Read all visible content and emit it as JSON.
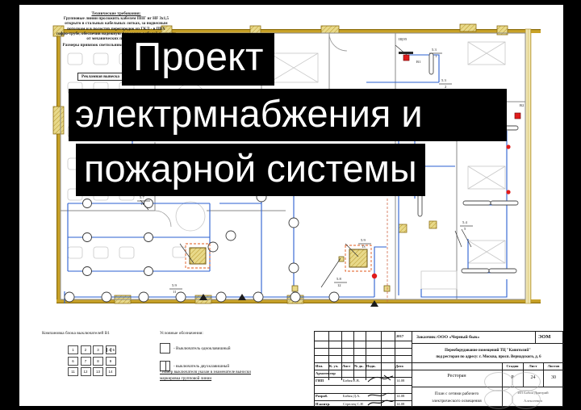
{
  "overlay_caption": {
    "line1": "Проект",
    "line2": "электрмнабжения и",
    "line3": "пожарной  системы"
  },
  "tech_note": {
    "title": "Технические требования:",
    "lines": [
      "Групповые линии проложить кабелем ППГ нг HF 3x1,5",
      "открыто в стальных кабельных лотках,  за подвесным",
      "потолком  и в полостях перегородок из ГКЛ - в ПВХ",
      "гофро-трубе, обеспечив надежную фиксацию кабелей и защиту",
      "от механических повреждений."
    ],
    "last_line": "Размеры привязок светильников смотри дизайн-проект."
  },
  "ad_sign_label": "Рекламная вывеска",
  "legend": {
    "switch_block_title": "Компановка блока выключателей В1",
    "switch_numbers": [
      [
        "1",
        "2",
        "3",
        "4",
        "5"
      ],
      [
        "6",
        "7",
        "8",
        "9"
      ],
      [
        "11",
        "12",
        "13",
        "14"
      ]
    ],
    "symbols_title": "Условные обозначения:",
    "symbol_items": [
      "- Выключатель одноклавишный",
      "- выключатель двухклавишный"
    ],
    "note_lines": [
      "- номер выключателя указан в знаменателе выноски",
      "маркировка групповой линии"
    ]
  },
  "plan_labels": [
    {
      "id": "shchO5",
      "text": "ЩО5"
    },
    {
      "id": "b1",
      "text": "В1"
    },
    {
      "id": "b2",
      "text": "В2"
    },
    {
      "id": "c53a_num",
      "text": "5.3"
    },
    {
      "id": "c53a_den",
      "text": "1"
    },
    {
      "id": "c53b_num",
      "text": "5.3"
    },
    {
      "id": "c53b_den",
      "text": "2"
    },
    {
      "id": "c51",
      "text": "5.1"
    },
    {
      "id": "c52",
      "text": "5.2"
    },
    {
      "id": "c57_num",
      "text": "5.7"
    },
    {
      "id": "c57_den",
      "text": "11"
    },
    {
      "id": "c59a_num",
      "text": "5.9"
    },
    {
      "id": "c59a_den",
      "text": "11"
    },
    {
      "id": "c59b_num",
      "text": "5.9"
    },
    {
      "id": "c59b_den",
      "text": "13"
    },
    {
      "id": "c58_num",
      "text": "5.8"
    },
    {
      "id": "c58_den",
      "text": "12"
    },
    {
      "id": "c54_num",
      "text": "5.4"
    },
    {
      "id": "c54_den",
      "text": "5"
    }
  ],
  "title_block": {
    "year": "2017",
    "mark_code": "ЭОМ",
    "client_label": "Заказчик:",
    "client_name": "ООО «Черный бык»",
    "object_line1": "Переоборудование помещений ТЦ \"Капитолий\"",
    "object_line2": "под ресторан по адресу: г. Москва, просп. Вернадского, д. 6",
    "revision_headers": [
      "Изм.",
      "К. уч.",
      "Лист",
      "№ дк.",
      "Подп.",
      "Дата"
    ],
    "roles": [
      {
        "role": "Архитектор",
        "name": "",
        "date": ""
      },
      {
        "role": "ГИП",
        "name": "Бабия Е.В.",
        "date": "14.08"
      },
      {
        "role": "Разраб.",
        "name": "Бабия Д.А.",
        "date": "14.08"
      },
      {
        "role": "Н.контр.",
        "name": "Стрелец С.Н",
        "date": "14.08"
      }
    ],
    "stage_headers": [
      "Стадия",
      "Лист",
      "Листов"
    ],
    "stage_values": [
      "Р",
      "24",
      "30"
    ],
    "building_name": "Ресторан",
    "sheet_title_line1": "План с сетями рабочего",
    "sheet_title_line2": "электрического освещения",
    "organization_line1": "ИП Бабия Дмитрий",
    "organization_line2": "Алексеевич"
  },
  "colors": {
    "wall_fill": "#c9a227",
    "wall_light": "#e8d98a",
    "circuit_blue": "#2a5fd0",
    "outline_gray": "#9b9b9b",
    "ink": "#111111",
    "overlay_bg": "#000000",
    "overlay_fg": "#ffffff",
    "accent_red": "#e01b1b"
  }
}
